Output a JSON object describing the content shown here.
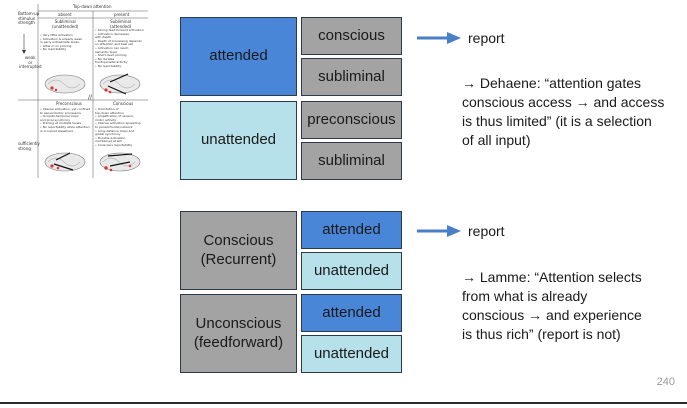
{
  "thumbnail": {
    "header": "Top-down attention",
    "row_header": "Bottom-up\nstimulus\nstrength",
    "col_absent": "absent",
    "col_present": "present",
    "q_tl_title": "Subliminal\n(unattended)",
    "q_tr_title": "Subliminal\n(attended)",
    "q_bl_title": "Preconscious",
    "q_br_title": "Conscious",
    "row_weak": "weak\nor\ninterrupted",
    "row_strong": "sufficiently\nstrong",
    "q_tl_text": "• Very little activation\n• Activation is already weak\n  in early extrastriate areas\n• Little or no priming\n• No reportability",
    "q_tr_text": "• Strong feed-forward activation\n• Activation decreases\n  with depth\n• Depth of processing depends\n  on attention and task set\n• Activation can reach\n  semantic level\n• Short-lived priming\n• No durable\n  frontoparietal activity\n• No reportability",
    "q_bl_text": "• Intense activation, yet confined\n  to sensorimotor processors\n• Occipito-temporal loops\n  and local synchrony\n• Priming at multiple levels\n• No reportability while attention\n  is occupied elsewhere",
    "q_br_text": "• Orientation of\n  top-down attention\n• Amplification of sensori-\n  motor activity\n• Intense activation spreading\n  to parietofrontal network\n• Long-distance loops and\n  global synchrony\n• Durable activation\n  maintained at will\n• Conscious reportability",
    "slashes": "//"
  },
  "top": {
    "left_boxes": [
      "attended",
      "unattended"
    ],
    "right_boxes": [
      "conscious",
      "subliminal",
      "preconscious",
      "subliminal"
    ],
    "arrow_label": "report",
    "note": "→ Dehaene: “attention gates\nconscious access → and access\nis thus limited” (it is a selection\nof all input)"
  },
  "bottom": {
    "left_boxes": [
      "Conscious\n(Recurrent)",
      "Unconscious\n(feedforward)"
    ],
    "right_boxes": [
      "attended",
      "unattended",
      "attended",
      "unattended"
    ],
    "arrow_label": "report",
    "note": "→ Lamme: “Attention selects\nfrom what is already\nconscious →  and experience\nis thus rich” (report is not)"
  },
  "page_number": "240",
  "colors": {
    "blue": "#4a86d8",
    "light_blue": "#b7e1ea",
    "gray": "#a3a3a3",
    "arrow": "#4a7fc7"
  }
}
